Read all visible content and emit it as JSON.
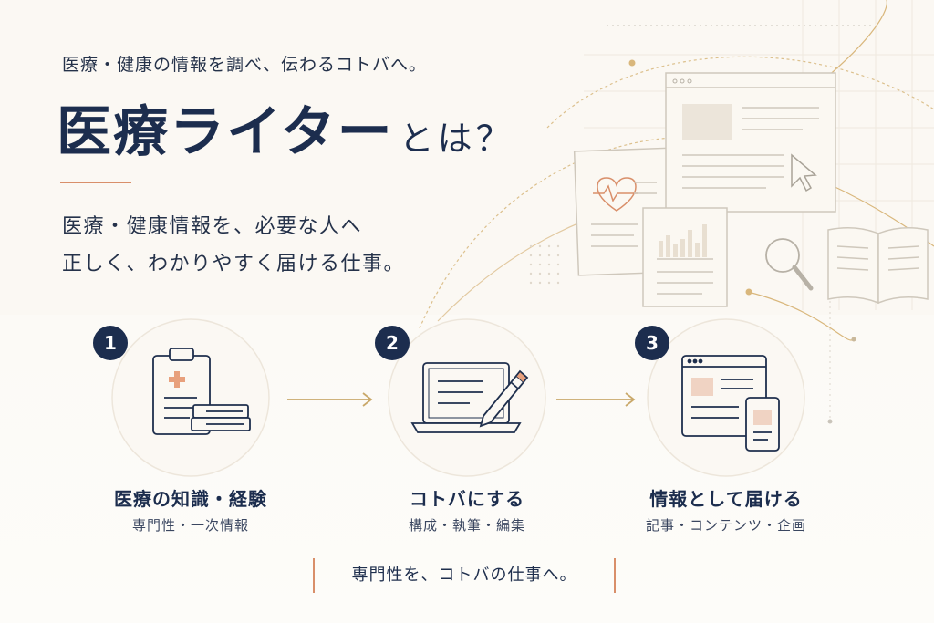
{
  "hero": {
    "tagline": "医療・健康の情報を調べ、伝わるコトバへ。",
    "title_main": "医療ライター",
    "title_suffix": "とは？",
    "lead_line1": "医療・健康情報を、必要な人へ",
    "lead_line2": "正しく、わかりやすく届ける仕事。"
  },
  "steps": [
    {
      "number": "1",
      "title": "医療の知識・経験",
      "subtitle": "専門性・一次情報",
      "icon": "clipboard-books-icon"
    },
    {
      "number": "2",
      "title": "コトバにする",
      "subtitle": "構成・執筆・編集",
      "icon": "laptop-pen-icon"
    },
    {
      "number": "3",
      "title": "情報として届ける",
      "subtitle": "記事・コンテンツ・企画",
      "icon": "web-mobile-icon"
    }
  ],
  "footer": {
    "text": "専門性を、コトバの仕事へ。"
  },
  "colors": {
    "navy": "#1c2d4e",
    "accent": "#d98f6a",
    "gold": "#d9b77c",
    "background": "#fbf8f3"
  }
}
